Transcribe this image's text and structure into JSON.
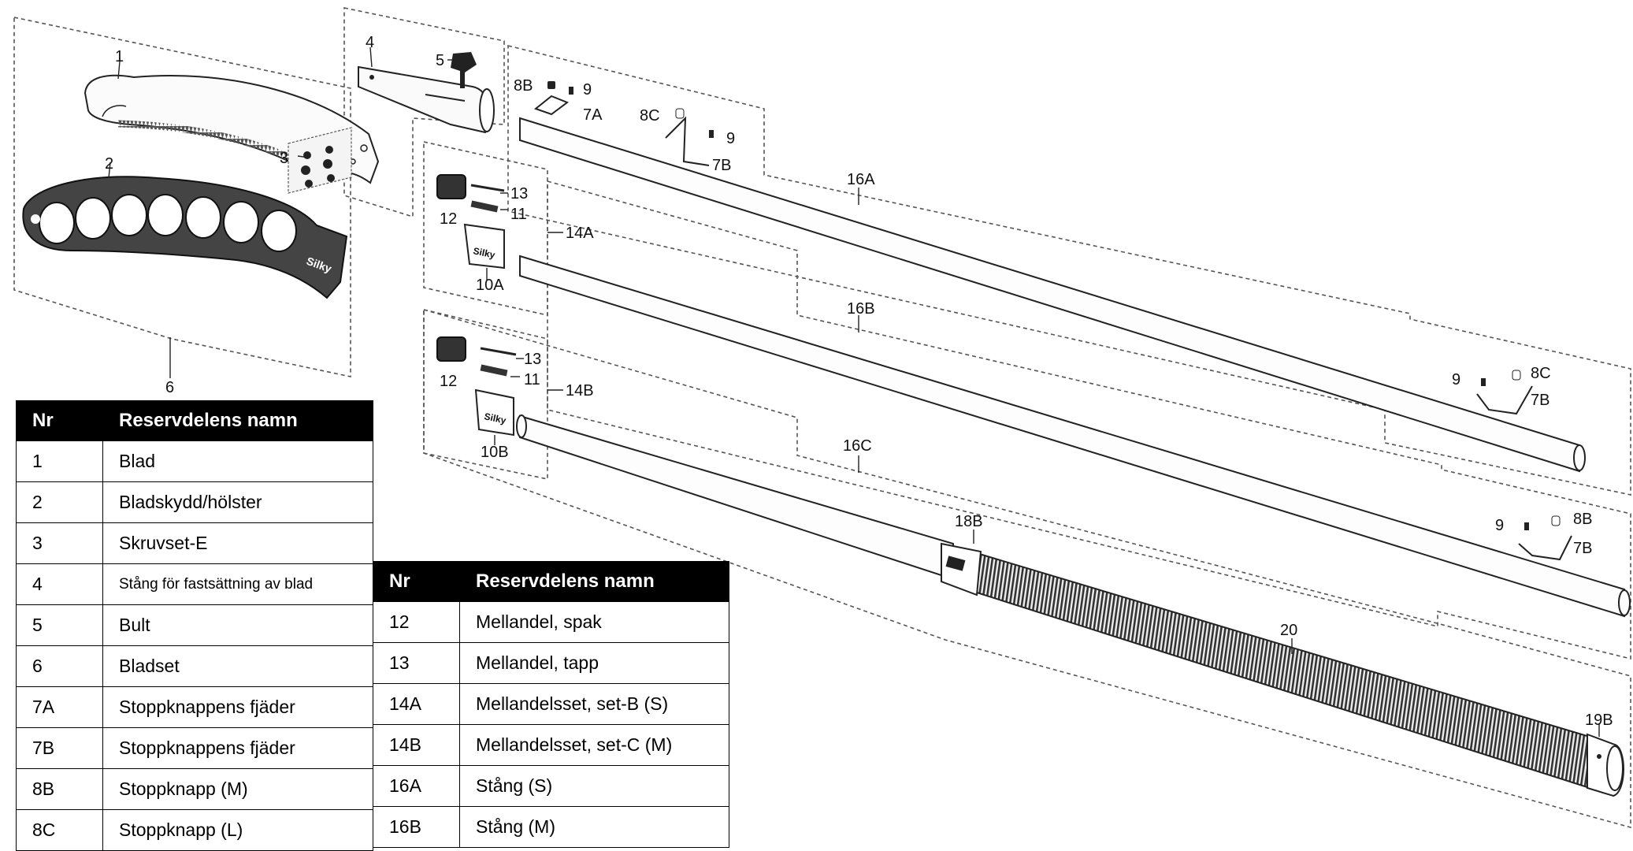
{
  "callouts": {
    "c1": "1",
    "c2": "2",
    "c3": "3",
    "c4": "4",
    "c5": "5",
    "c6": "6",
    "c8b_top": "8B",
    "c9_top1": "9",
    "c7a": "7A",
    "c8c_top": "8C",
    "c9_top2": "9",
    "c7b_top": "7B",
    "c16a": "16A",
    "c13_a": "13",
    "c12_a": "12",
    "c11_a": "11",
    "c14a": "14A",
    "c10a": "10A",
    "c16b": "16B",
    "c13_b": "13",
    "c12_b": "12",
    "c11_b": "11",
    "c14b": "14B",
    "c10b": "10B",
    "c16c": "16C",
    "c18b": "18B",
    "c20": "20",
    "c19b": "19B",
    "c9_r1": "9",
    "c8c_r": "8C",
    "c7b_r1": "7B",
    "c9_r2": "9",
    "c8b_r": "8B",
    "c7b_r2": "7B"
  },
  "tables": {
    "left": {
      "headers": [
        "Nr",
        "Reservdelens namn"
      ],
      "rows": [
        [
          "1",
          "Blad"
        ],
        [
          "2",
          "Bladskydd/hölster"
        ],
        [
          "3",
          "Skruvset-E"
        ],
        [
          "4",
          "Stång för fastsättning av blad"
        ],
        [
          "5",
          "Bult"
        ],
        [
          "6",
          "Bladset"
        ],
        [
          "7A",
          "Stoppknappens fjäder"
        ],
        [
          "7B",
          "Stoppknappens fjäder"
        ],
        [
          "8B",
          "Stoppknapp (M)"
        ],
        [
          "8C",
          "Stoppknapp (L)"
        ]
      ]
    },
    "right": {
      "headers": [
        "Nr",
        "Reservdelens namn"
      ],
      "rows": [
        [
          "12",
          "Mellandel, spak"
        ],
        [
          "13",
          "Mellandel, tapp"
        ],
        [
          "14A",
          "Mellandelsset, set-B (S)"
        ],
        [
          "14B",
          "Mellandelsset, set-C (M)"
        ],
        [
          "16A",
          "Stång (S)"
        ],
        [
          "16B",
          "Stång (M)"
        ]
      ]
    }
  }
}
